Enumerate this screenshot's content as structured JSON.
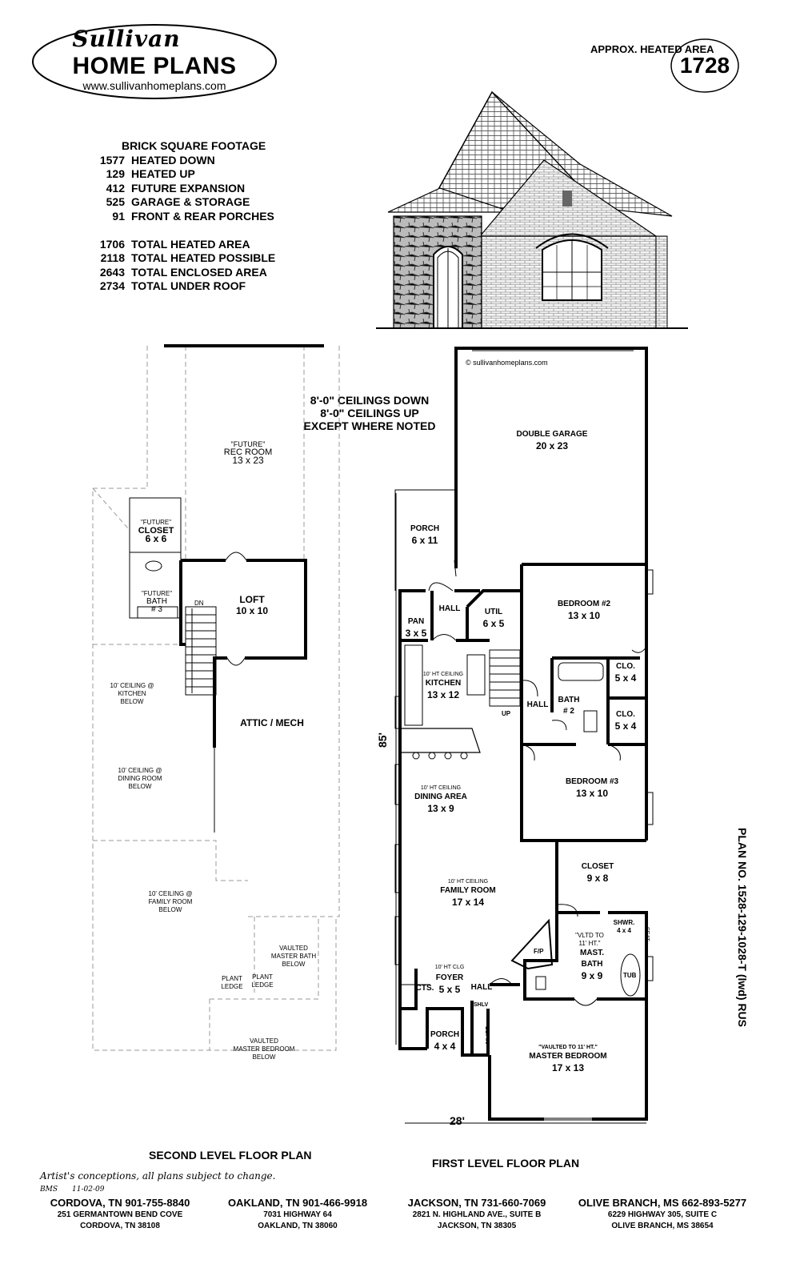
{
  "brand": {
    "logo_script": "Sullivan",
    "logo_main": "HOME PLANS",
    "website": "www.sullivanhomeplans.com"
  },
  "heated_area": {
    "label": "APPROX. HEATED AREA",
    "value": "1728"
  },
  "square_footage": {
    "title": "BRICK SQUARE FOOTAGE",
    "group1": [
      {
        "value": "1577",
        "label": "HEATED DOWN"
      },
      {
        "value": "129",
        "label": "HEATED UP"
      },
      {
        "value": "412",
        "label": "FUTURE EXPANSION"
      },
      {
        "value": "525",
        "label": "GARAGE & STORAGE"
      },
      {
        "value": "91",
        "label": "FRONT & REAR PORCHES"
      }
    ],
    "group2": [
      {
        "value": "1706",
        "label": "TOTAL HEATED AREA"
      },
      {
        "value": "2118",
        "label": "TOTAL HEATED POSSIBLE"
      },
      {
        "value": "2643",
        "label": "TOTAL ENCLOSED AREA"
      },
      {
        "value": "2734",
        "label": "TOTAL UNDER ROOF"
      }
    ]
  },
  "ceilings_note": [
    "8'-0\" CEILINGS DOWN",
    "8'-0\" CEILINGS UP",
    "EXCEPT WHERE NOTED"
  ],
  "copyright": "© sullivanhomeplans.com",
  "plan_number": "PLAN NO.  1528-129-1028-T (lwd) RUS",
  "second_level": {
    "caption": "SECOND LEVEL FLOOR PLAN",
    "rec_room": {
      "tag": "\"FUTURE\"",
      "name": "REC ROOM",
      "dim": "13 x 23"
    },
    "closet": {
      "tag": "\"FUTURE\"",
      "name": "CLOSET",
      "dim": "6 x 6"
    },
    "bath": {
      "tag": "\"FUTURE\"",
      "name": "BATH",
      "dim": "# 3"
    },
    "loft": {
      "name": "LOFT",
      "dim": "10 x 10"
    },
    "stair": "DN",
    "attic": "ATTIC / MECH",
    "kitchen_below": "10' CEILING @\nKITCHEN\nBELOW",
    "dining_below": "10' CEILING @\nDINING ROOM\nBELOW",
    "family_below": "10' CEILING @\nFAMILY ROOM\nBELOW",
    "bath_below": "VAULTED\nMASTER BATH\nBELOW",
    "ledge1": "PLANT\nLEDGE",
    "ledge2": "PLANT\nLEDGE",
    "bedroom_below": "VAULTED\nMASTER BEDROOM\nBELOW"
  },
  "first_level": {
    "caption": "FIRST LEVEL FLOOR PLAN",
    "garage": {
      "name": "DOUBLE GARAGE",
      "dim": "20 x 23"
    },
    "porch_rear": {
      "name": "PORCH",
      "dim": "6 x 11"
    },
    "hall1": "HALL",
    "pan": {
      "name": "PAN",
      "dim": "3 x 5"
    },
    "util": {
      "name": "UTIL",
      "dim": "6 x 5"
    },
    "bedroom2": {
      "name": "BEDROOM #2",
      "dim": "13 x 10"
    },
    "kitchen": {
      "note": "10' HT CEILING",
      "name": "KITCHEN",
      "dim": "13 x 12"
    },
    "up": "UP",
    "hall2": "HALL",
    "bath2": {
      "name": "BATH",
      "dim": "# 2"
    },
    "clo1": {
      "name": "CLO.",
      "dim": "5 x 4"
    },
    "clo2": {
      "name": "CLO.",
      "dim": "5 x 4"
    },
    "depth_dim": "85'",
    "bedroom3": {
      "name": "BEDROOM #3",
      "dim": "13 x 10"
    },
    "dining": {
      "note": "10' HT CEILING",
      "name": "DINING AREA",
      "dim": "13 x 9"
    },
    "closet": {
      "name": "CLOSET",
      "dim": "9 x 8"
    },
    "family": {
      "note": "10' HT CEILING",
      "name": "FAMILY ROOM",
      "dim": "17 x 14"
    },
    "shwr": {
      "name": "SHWR.",
      "dim": "4 x 4"
    },
    "seat": "SEAT",
    "mast_bath": {
      "note": "\"VLTD TO\n11' HT.\"",
      "name": "MAST.\nBATH",
      "dim": "9 x 9"
    },
    "fp": "F/P",
    "tub": "TUB",
    "foyer": {
      "note": "10' HT CLG",
      "name": "FOYER",
      "dim": "5 x 5"
    },
    "cts": "CTS.",
    "hall3": "HALL",
    "shlv": "SHLV",
    "bltin": "BLT-IN",
    "porch_front": {
      "name": "PORCH",
      "dim": "4 x 4"
    },
    "master_bed": {
      "note": "\"VAULTED TO 11' HT.\"",
      "name": "MASTER BEDROOM",
      "dim": "17 x 13"
    },
    "width_dim": "28'"
  },
  "disclaimer": "Artist's conceptions, all plans subject to change.",
  "drawn_by": "BMS",
  "drawn_date": "11-02-09",
  "offices": [
    {
      "city": "CORDOVA, TN  901-755-8840",
      "line1": "251 GERMANTOWN BEND COVE",
      "line2": "CORDOVA, TN 38108"
    },
    {
      "city": "OAKLAND, TN  901-466-9918",
      "line1": "7031 HIGHWAY 64",
      "line2": "OAKLAND, TN 38060"
    },
    {
      "city": "JACKSON, TN  731-660-7069",
      "line1": "2821 N. HIGHLAND AVE., SUITE B",
      "line2": "JACKSON, TN 38305"
    },
    {
      "city": "OLIVE BRANCH, MS  662-893-5277",
      "line1": "6229 HIGHWAY 305, SUITE C",
      "line2": "OLIVE BRANCH, MS 38654"
    }
  ]
}
